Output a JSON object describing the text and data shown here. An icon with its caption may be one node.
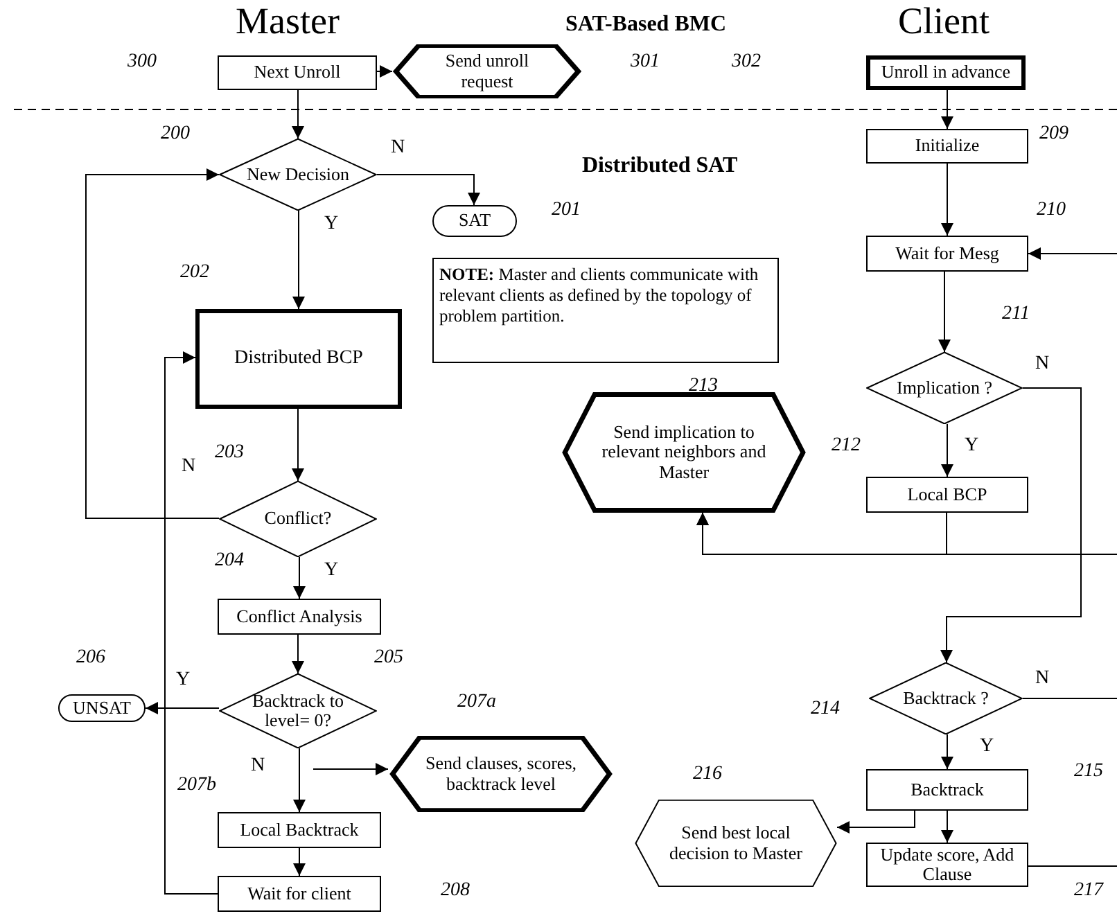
{
  "diagram": {
    "title": "SAT-Based BMC",
    "nodes": [
      {
        "text": [
          "Next Unroll"
        ]
      },
      {
        "text": [
          "Send unroll request"
        ]
      },
      {
        "text": [
          "Unroll in advance"
        ]
      },
      {
        "text": [
          "New Decision"
        ]
      },
      {
        "text": [
          "SAT"
        ]
      },
      {
        "text": [
          "**NOTE:** Master and clients communicate with  relevant clients as defined by the topology of problem partition."
        ]
      },
      {
        "text": [
          "Distributed  BCP"
        ]
      },
      {
        "text": [
          "Conflict?"
        ]
      },
      {
        "text": [
          "Conflict Analysis"
        ]
      },
      {
        "text": [
          "Backtrack to level= 0?"
        ]
      },
      {
        "text": [
          "UNSAT"
        ]
      },
      {
        "text": [
          "Send clauses, scores, backtrack level"
        ]
      },
      {
        "text": [
          "Local Backtrack"
        ]
      },
      {
        "text": [
          "Wait for client"
        ]
      },
      {
        "text": [
          "Initialize"
        ]
      },
      {
        "text": [
          "Wait for Mesg"
        ]
      },
      {
        "text": [
          "Implication ?"
        ]
      },
      {
        "text": [
          "Send implication to relevant neighbors and Master"
        ]
      },
      {
        "text": [
          "Local BCP"
        ]
      },
      {
        "text": [
          "Backtrack ?"
        ]
      },
      {
        "text": [
          "Backtrack"
        ]
      },
      {
        "text": [
          "Update score, Add Clause"
        ]
      },
      {
        "text": [
          "Send best local decision to Master"
        ]
      }
    ],
    "edges": [
      {
        "from": 0,
        "to": 1,
        "arrow": "to"
      },
      {
        "from": 0,
        "to": 3,
        "arrow": "to"
      },
      {
        "from": 3,
        "to": 4,
        "arrow": "to",
        "label": "N"
      },
      {
        "from": 3,
        "to": 6,
        "arrow": "to",
        "label": "Y"
      },
      {
        "from": 6,
        "to": 7,
        "arrow": "to"
      },
      {
        "from": 7,
        "to": 3,
        "arrow": "to",
        "label": "N"
      },
      {
        "from": 7,
        "to": 8,
        "arrow": "to",
        "label": "Y"
      },
      {
        "from": 8,
        "to": 9,
        "arrow": "to"
      },
      {
        "from": 9,
        "to": 10,
        "arrow": "to",
        "label": "Y"
      },
      {
        "from": 9,
        "to": 12,
        "arrow": "to",
        "label": "N"
      },
      {
        "from": 12,
        "to": 13,
        "arrow": "to"
      },
      {
        "from": 13,
        "to": 6,
        "arrow": "to"
      },
      {
        "from": null,
        "to": 11,
        "arrow": "to"
      },
      {
        "from": 2,
        "to": 14,
        "arrow": "to"
      },
      {
        "from": 14,
        "to": 15,
        "arrow": "to"
      },
      {
        "from": 15,
        "to": 16,
        "arrow": "to"
      },
      {
        "from": 16,
        "to": 18,
        "arrow": "to",
        "label": "Y"
      },
      {
        "from": 16,
        "to": 19,
        "arrow": "to",
        "label": "N"
      },
      {
        "from": 18,
        "to": 17,
        "arrow": "to"
      },
      {
        "from": null,
        "to": 17,
        "arrow": "to"
      },
      {
        "from": null,
        "to": 15,
        "arrow": "to"
      },
      {
        "from": 19,
        "to": 20,
        "arrow": "to",
        "label": "Y"
      },
      {
        "from": 19,
        "to": null,
        "arrow": "none",
        "label": "N"
      },
      {
        "from": 20,
        "to": 21,
        "arrow": "to"
      },
      {
        "from": 21,
        "to": null,
        "arrow": "none"
      },
      {
        "from": 20,
        "to": 22,
        "arrow": "to"
      }
    ],
    "labels": [
      "Master",
      "Client",
      "300",
      "301",
      "302",
      "200",
      "Distributed SAT",
      "209",
      "201",
      "210",
      "202",
      "211",
      "213",
      "212",
      "203",
      "204",
      "206",
      "205",
      "207a",
      "214",
      "207b",
      "216",
      "215",
      "208",
      "217"
    ]
  }
}
